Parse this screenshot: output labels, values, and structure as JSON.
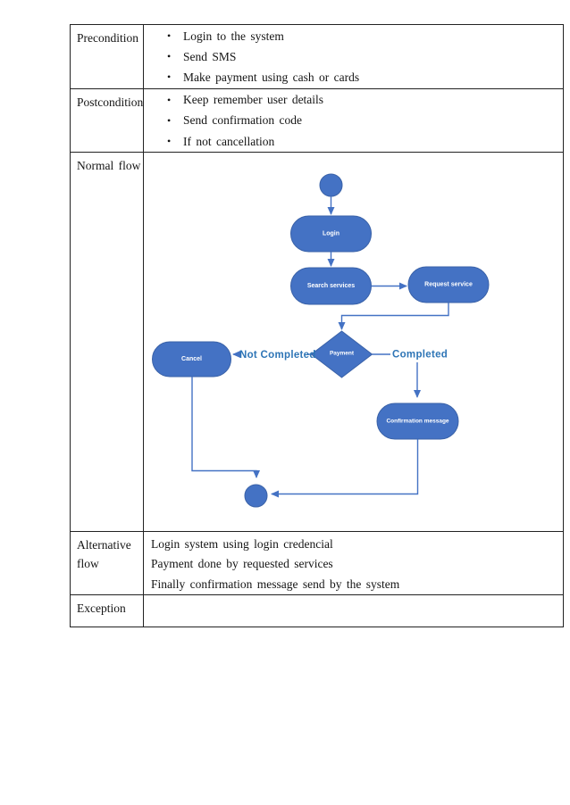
{
  "table": {
    "bullet": "•",
    "precondition": {
      "label": "Precondition",
      "items": [
        "Login to the system",
        "Send SMS",
        "Make payment using cash or cards"
      ]
    },
    "postcondition": {
      "label": "Postcondition",
      "items": [
        "Keep remember user details",
        "Send confirmation code",
        "If not cancellation"
      ]
    },
    "normal_flow": {
      "label": "Normal flow"
    },
    "alternative_flow": {
      "label": "Alternative flow",
      "lines": [
        "Login system using login credencial",
        "Payment done by requested services",
        "Finally confirmation message send by the system"
      ]
    },
    "exception": {
      "label": "Exception"
    }
  },
  "diagram": {
    "type": "activity-flowchart",
    "nodes": {
      "login": "Login",
      "search_services": "Search services",
      "request_service": "Request service",
      "payment": "Payment",
      "cancel": "Cancel",
      "confirmation_message": "Confirmation message"
    },
    "edge_labels": {
      "not_completed": "Not Completed",
      "completed": "Completed"
    },
    "colors": {
      "shape_fill": "#4472C4",
      "shape_border": "#3A62A8",
      "connector": "#4472C4",
      "edge_label_text": "#2E75B6",
      "node_text": "#ffffff"
    }
  }
}
